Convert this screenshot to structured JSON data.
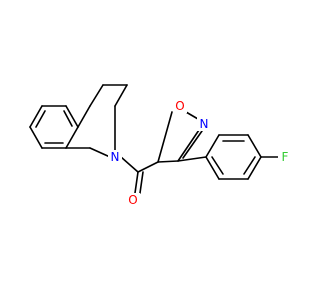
{
  "structure": {
    "atom_labels": {
      "n_ring": "N",
      "o_carbonyl": "O",
      "o_isoxazoline": "O",
      "n_isoxazoline": "N",
      "f": "F"
    },
    "colors": {
      "bond": "#000000",
      "nitrogen": "#0000ff",
      "oxygen": "#ff0000",
      "fluorine": "#33cc33",
      "background": "#ffffff"
    }
  }
}
